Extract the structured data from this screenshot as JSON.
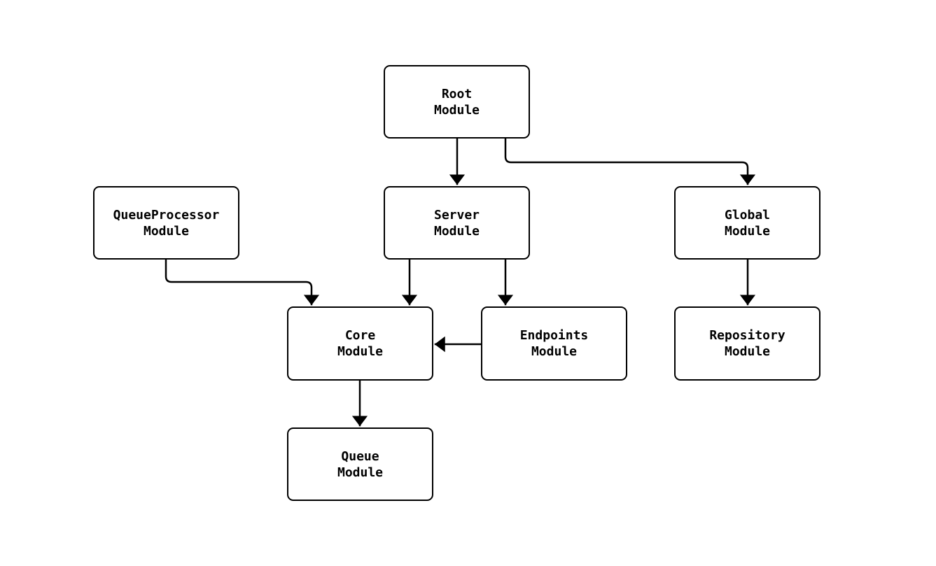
{
  "diagram": {
    "type": "flowchart",
    "direction": "top-down",
    "background_color": "#ffffff",
    "node_border_color": "#000000",
    "node_fill_color": "#ffffff",
    "edge_color": "#000000",
    "text_color": "#000000",
    "nodes": {
      "root": {
        "label": "Root\nModule"
      },
      "queueprocessor": {
        "label": "QueueProcessor\nModule"
      },
      "server": {
        "label": "Server\nModule"
      },
      "global": {
        "label": "Global\nModule"
      },
      "core": {
        "label": "Core\nModule"
      },
      "endpoints": {
        "label": "Endpoints\nModule"
      },
      "repository": {
        "label": "Repository\nModule"
      },
      "queue": {
        "label": "Queue\nModule"
      }
    },
    "edges": [
      {
        "from": "Root Module",
        "to": "Server Module"
      },
      {
        "from": "Root Module",
        "to": "Global Module"
      },
      {
        "from": "QueueProcessor Module",
        "to": "Core Module"
      },
      {
        "from": "Server Module",
        "to": "Core Module"
      },
      {
        "from": "Server Module",
        "to": "Endpoints Module"
      },
      {
        "from": "Endpoints Module",
        "to": "Core Module"
      },
      {
        "from": "Global Module",
        "to": "Repository Module"
      },
      {
        "from": "Core Module",
        "to": "Queue Module"
      }
    ]
  }
}
